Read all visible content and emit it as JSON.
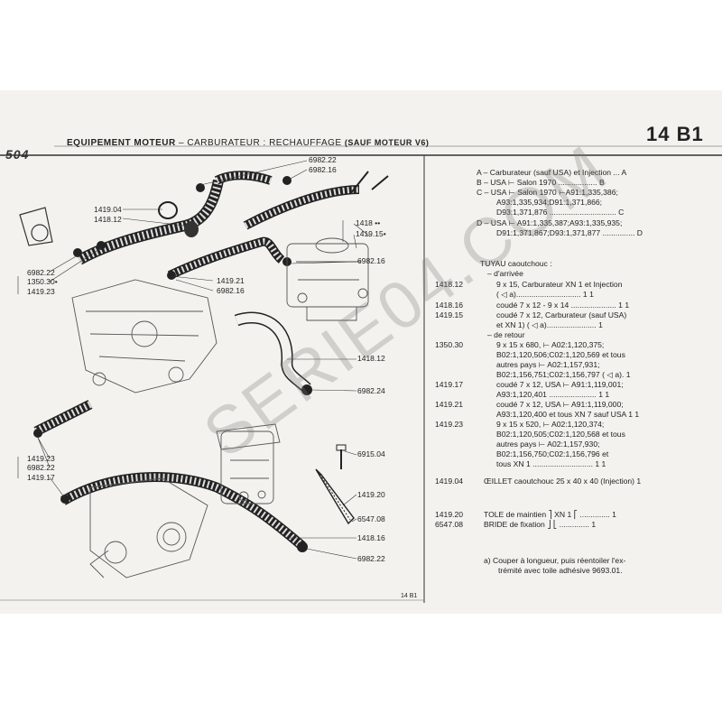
{
  "header": {
    "model": "504",
    "title": "EQUIPEMENT MOTEUR",
    "subtitle": "CARBURATEUR : RECHAUFFAGE",
    "note": "(SAUF MOTEUR V6)",
    "section": "14 B1",
    "footer": "14 B1"
  },
  "diagram_labels": [
    {
      "id": "l1",
      "text": "6982.22"
    },
    {
      "id": "l2",
      "text": "6982.16"
    },
    {
      "id": "l3",
      "text": "1419.04"
    },
    {
      "id": "l4",
      "text": "1418.12"
    },
    {
      "id": "l5",
      "text": "1418 ••"
    },
    {
      "id": "l6",
      "text": "1419.15•"
    },
    {
      "id": "l7",
      "text": "6982.16"
    },
    {
      "id": "l8",
      "text": "6982.22"
    },
    {
      "id": "l9",
      "text": "1350.30•"
    },
    {
      "id": "l10",
      "text": "1419.23"
    },
    {
      "id": "l11",
      "text": "1419.21"
    },
    {
      "id": "l12",
      "text": "6982.16"
    },
    {
      "id": "l13",
      "text": "1418.12"
    },
    {
      "id": "l14",
      "text": "6982.24"
    },
    {
      "id": "l15",
      "text": "6915.04"
    },
    {
      "id": "l16",
      "text": "1419.23"
    },
    {
      "id": "l17",
      "text": "6982.22"
    },
    {
      "id": "l18",
      "text": "1419.17"
    },
    {
      "id": "l19",
      "text": "1419.20"
    },
    {
      "id": "l20",
      "text": "6547.08"
    },
    {
      "id": "l21",
      "text": "1418.16"
    },
    {
      "id": "l22",
      "text": "6982.22"
    }
  ],
  "legend": [
    {
      "text": "A – Carburateur (sauf USA) et Injection ... A"
    },
    {
      "text": "B – USA ⊢ Salon 1970 .................. B"
    },
    {
      "text": "C – USA ⊢ Salon 1970 ⊢A91:1,335,386;"
    },
    {
      "text": "A93:1,335,934;D91:1,371,866;"
    },
    {
      "text": "D93:1,371,876 ............................... C"
    },
    {
      "text": "D – USA ⊢ A91:1,335,387;A93:1,335,935;"
    },
    {
      "text": "D91:1,371,867;D93:1,371,877 ............... D"
    }
  ],
  "parts_header": [
    {
      "text": "TUYAU caoutchouc :"
    },
    {
      "text": "– d'arrivée"
    }
  ],
  "parts": [
    {
      "code": "1418.12",
      "lines": [
        "9 x 15, Carburateur XN 1 et Injection",
        "( ◁ a)..............................  1    1"
      ]
    },
    {
      "code": "1418.16",
      "lines": [
        "coudé 7 x 12 - 9 x 14 .....................  1    1"
      ]
    },
    {
      "code": "1419.15",
      "lines": [
        "coudé 7 x 12, Carburateur (sauf USA)",
        "et XN 1) ( ◁ a)....................... 1"
      ]
    },
    {
      "code": "",
      "lines": [
        "– de retour"
      ]
    },
    {
      "code": "1350.30",
      "lines": [
        "9 x 15 x 680, ⊢ A02:1,120,375;",
        "B02:1,120,506;C02:1,120,569 et tous",
        "autres pays ⊢ A02:1,157,931;",
        "B02:1,156,751;C02:1,156,797 ( ◁ a). 1"
      ]
    },
    {
      "code": "1419.17",
      "lines": [
        "coudé 7 x 12, USA ⊢ A91:1,119,001;",
        "A93:1,120,401 ...................... 1    1"
      ]
    },
    {
      "code": "1419.21",
      "lines": [
        "coudé 7 x 12, USA ⊢ A91:1,119,000;",
        "A93:1,120,400 et tous XN 7 sauf USA  1  1"
      ]
    },
    {
      "code": "1419.23",
      "lines": [
        "9 x 15 x 520, ⊢ A02:1,120,374;",
        "B02:1,120,505;C02:1,120,568 et tous",
        "autres pays ⊢ A02:1,157,930;",
        "B02:1,156,750;C02:1,156,796 et",
        "tous XN 1 ............................  1    1"
      ]
    },
    {
      "code": "1419.04",
      "lines": [
        "ŒILLET caoutchouc 25 x 40 x 40 (Injection)  1"
      ]
    },
    {
      "code": "1419.20",
      "lines": [
        "TOLE de maintien  ⎤ XN 1  ⎡ .............. 1"
      ]
    },
    {
      "code": "6547.08",
      "lines": [
        "BRIDE de fixation ⎦       ⎣ .............. 1"
      ]
    }
  ],
  "footnote": {
    "lines": [
      "a) Couper à longueur, puis réentoiler l'ex-",
      "trémité avec toile adhésive 9693.01."
    ]
  },
  "watermark": "SERIE04.COM"
}
